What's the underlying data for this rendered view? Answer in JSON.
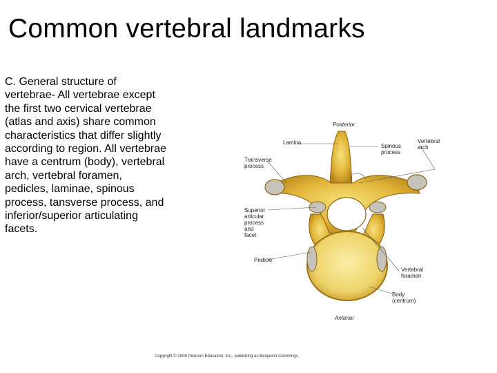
{
  "slide": {
    "title": "Common vertebral landmarks",
    "body": "C. General structure of vertebrae- All vertebrae except the first two cervical vertebrae (atlas and axis) share common characteristics that differ slightly according to region. All vertebrae have a centrum (body), vertebral arch, vertebral foramen, pedicles, laminae, spinous process, tansverse process, and inferior/superior articulating facets."
  },
  "figure": {
    "labels": {
      "posterior": "Posterior",
      "lamina": "Lamina",
      "spinous_1": "Spinous",
      "spinous_2": "process",
      "vertebral_arch_1": "Vertebral",
      "vertebral_arch_2": "arch",
      "transverse_1": "Transverse",
      "transverse_2": "process",
      "superior_1": "Superior",
      "superior_2": "articular",
      "superior_3": "process",
      "superior_4": "and",
      "superior_5": "facet",
      "pedicle": "Pedicle",
      "foramen_1": "Vertebral",
      "foramen_2": "foramen",
      "body_1": "Body",
      "body_2": "(centrum)",
      "anterior": "Anterior"
    },
    "copyright": "Copyright © 2006 Pearson Education, Inc., publishing as Benjamin Cummings."
  }
}
